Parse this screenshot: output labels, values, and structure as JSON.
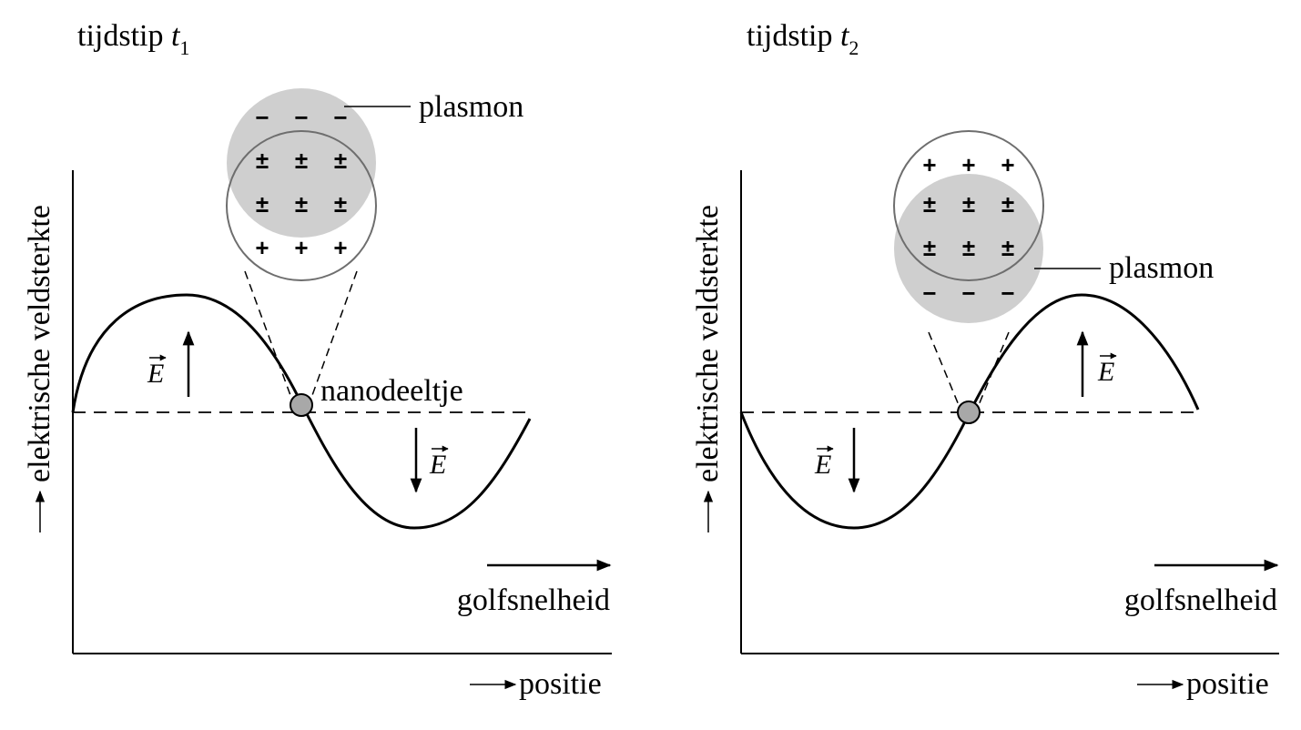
{
  "colors": {
    "ink": "#000000",
    "plasmon_fill": "#cfcfcf",
    "outline_circle": "#6e6e6e",
    "particle_fill": "#a8a8a8"
  },
  "panels": [
    {
      "title_prefix": "tijdstip ",
      "title_var": "t",
      "title_sub": "1",
      "y_axis_label": "elektrische veldsterkte",
      "x_axis_label": "positie",
      "wave_label": "golfsnelheid",
      "plasmon_label": "plasmon",
      "particle_label": "nanodeeltje",
      "field_symbol": "E",
      "charge_rows": [
        [
          "−",
          "−",
          "−"
        ],
        [
          "±",
          "±",
          "±"
        ],
        [
          "±",
          "±",
          "±"
        ],
        [
          "+",
          "+",
          "+"
        ]
      ]
    },
    {
      "title_prefix": "tijdstip ",
      "title_var": "t",
      "title_sub": "2",
      "y_axis_label": "elektrische veldsterkte",
      "x_axis_label": "positie",
      "wave_label": "golfsnelheid",
      "plasmon_label": "plasmon",
      "field_symbol": "E",
      "charge_rows": [
        [
          "+",
          "+",
          "+"
        ],
        [
          "±",
          "±",
          "±"
        ],
        [
          "±",
          "±",
          "±"
        ],
        [
          "−",
          "−",
          "−"
        ]
      ]
    }
  ]
}
